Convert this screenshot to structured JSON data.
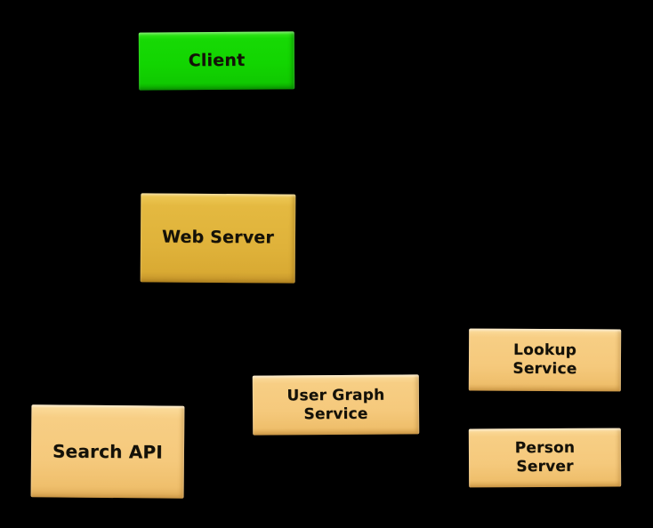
{
  "diagram": {
    "background_color": "#000000",
    "label_text_color": "#141108",
    "nodes": [
      {
        "id": "client",
        "label": "Client",
        "lines": [
          "Client"
        ],
        "fill_color": "#12d501",
        "shape": "rectangle"
      },
      {
        "id": "web-server",
        "label": "Web Server",
        "lines": [
          "Web Server"
        ],
        "fill_color": "#dfb23a",
        "shape": "rectangle"
      },
      {
        "id": "search-api",
        "label": "Search API",
        "lines": [
          "Search API"
        ],
        "fill_color": "#f5c97c",
        "shape": "rectangle"
      },
      {
        "id": "user-graph-service",
        "label": "User Graph Service",
        "lines": [
          "User Graph",
          "Service"
        ],
        "fill_color": "#f5c97c",
        "shape": "rectangle"
      },
      {
        "id": "lookup-service",
        "label": "Lookup Service",
        "lines": [
          "Lookup",
          "Service"
        ],
        "fill_color": "#f5c97c",
        "shape": "rectangle"
      },
      {
        "id": "person-server",
        "label": "Person Server",
        "lines": [
          "Person",
          "Server"
        ],
        "fill_color": "#f5c97c",
        "shape": "rectangle"
      }
    ]
  }
}
